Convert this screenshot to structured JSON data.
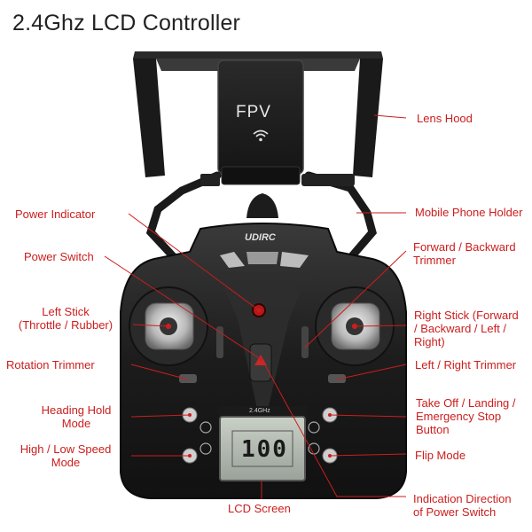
{
  "title": "2.4Ghz LCD Controller",
  "phone": {
    "brand": "FPV",
    "icon": "wifi-icon"
  },
  "controller": {
    "brand": "UDIRC",
    "band": "2.4GHz",
    "lcd_reading": "100"
  },
  "labels": {
    "lens_hood": "Lens Hood",
    "power_indicator": "Power Indicator",
    "mobile_phone_holder": "Mobile Phone Holder",
    "power_switch": "Power Switch",
    "fb_trimmer": "Forward / Backward\nTrimmer",
    "left_stick": "Left Stick\n(Throttle / Rubber)",
    "right_stick": "Right Stick (Forward\n/ Backward / Left /\nRight)",
    "rotation_trimmer": "Rotation Trimmer",
    "lr_trimmer": "Left / Right Trimmer",
    "heading_hold": "Heading Hold\nMode",
    "takeoff": "Take Off / Landing /\nEmergency Stop\nButton",
    "speed_mode": "High / Low Speed\nMode",
    "flip_mode": "Flip Mode",
    "lcd_screen": "LCD Screen",
    "indication": "Indication Direction\nof Power Switch"
  },
  "colors": {
    "label": "#cc1d1d",
    "body": "#1e1e1e",
    "accent": "#d22020"
  }
}
